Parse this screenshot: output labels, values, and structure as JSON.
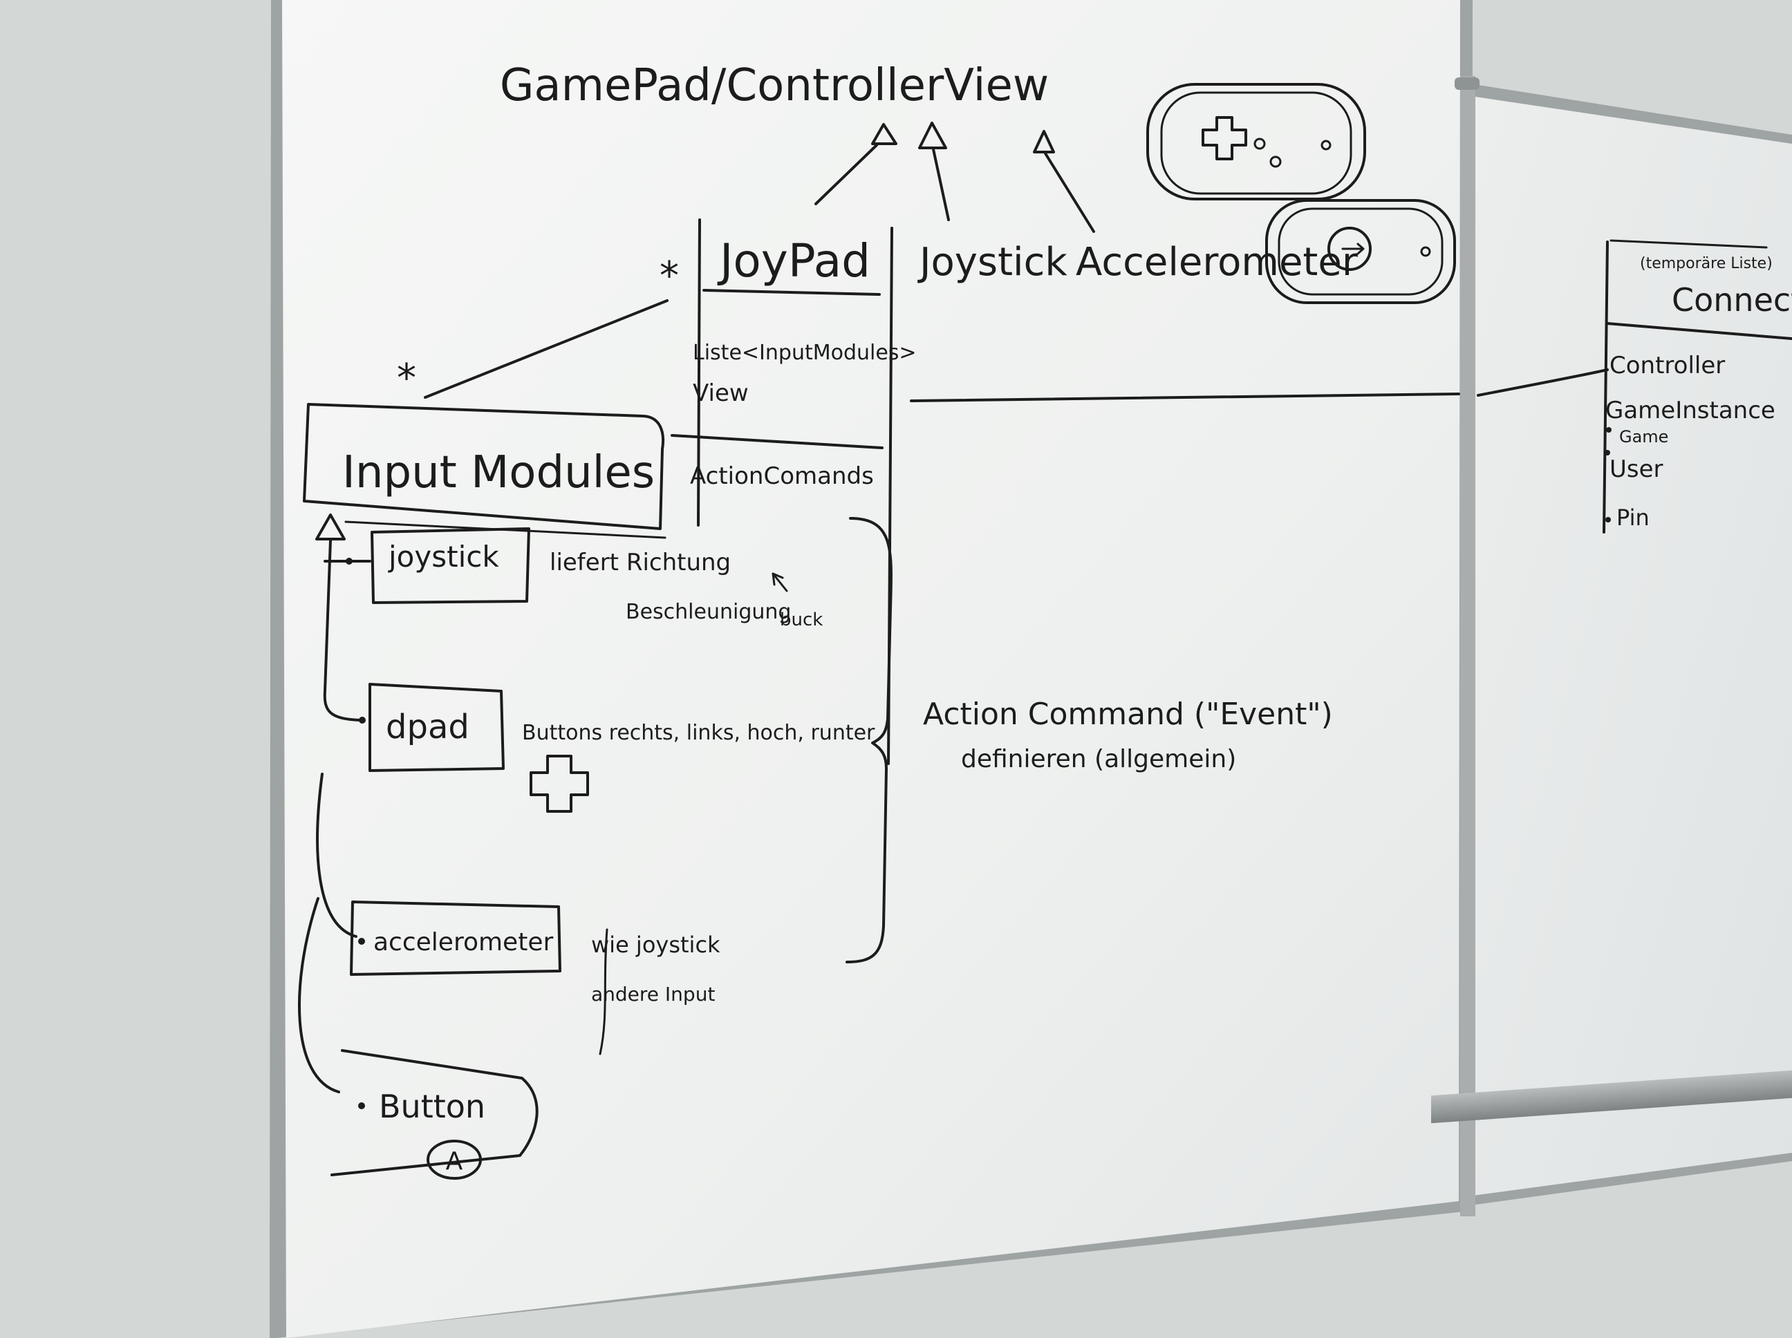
{
  "title": "GamePad/ControllerView",
  "superclasses": {
    "joypad": "JoyPad",
    "joystick": "Joystick",
    "accelerometer": "Accelerometer"
  },
  "joypad_class": {
    "name": "JoyPad",
    "attributes": [
      "Liste<InputModules>",
      "View"
    ],
    "methods": [
      "ActionComands"
    ]
  },
  "multiplicity": {
    "joypad_end": "*",
    "input_end": "*"
  },
  "input_modules": {
    "title": "Input Modules",
    "joystick": {
      "label": "joystick",
      "note_line1": "liefert Richtung",
      "note_line2": "Beschleunigung",
      "note_line3": "buck"
    },
    "dpad": {
      "label": "dpad",
      "note": "Buttons rechts, links, hoch, runter"
    },
    "accelerometer": {
      "label": "accelerometer",
      "note_line1": "wie joystick",
      "note_line2": "andere Input"
    },
    "button": {
      "label": "Button",
      "icon_letter": "A"
    }
  },
  "action_command": {
    "line1": "Action Command (\"Event\")",
    "line2": "definieren (allgemein)"
  },
  "connection_class": {
    "stereotype": "(temporäre Liste)",
    "name": "Connection",
    "attributes": [
      "Controller",
      "GameInstance",
      "Game",
      "User",
      "Pin"
    ]
  },
  "colors": {
    "wall": "#d7dad9",
    "board": "#f4f5f4",
    "frame": "#9ea3a3",
    "ink": "#1c1c1c"
  }
}
